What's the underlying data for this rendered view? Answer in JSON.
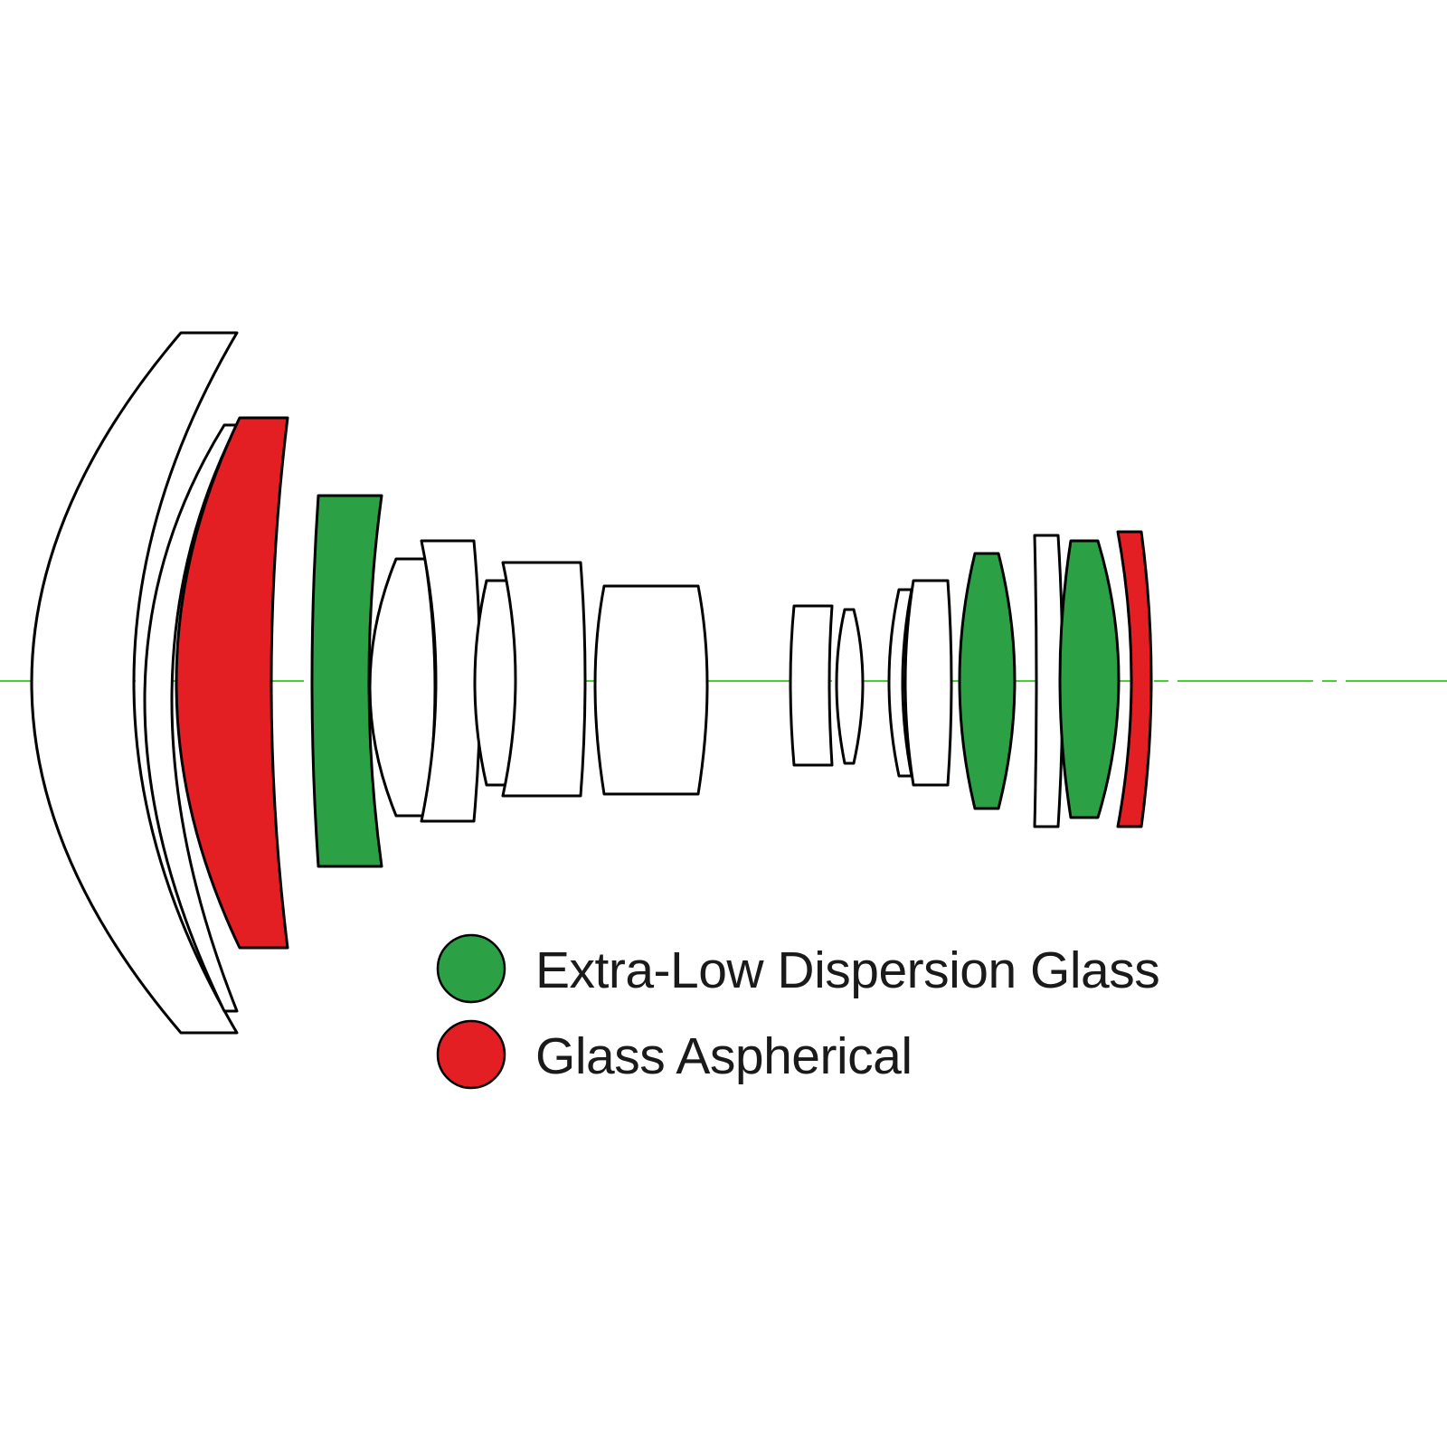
{
  "colors": {
    "element_fill": "#ffffff",
    "outline": "#000000",
    "ed_glass": "#2ca044",
    "glass_aspherical": "#e41f23",
    "optical_axis": "#47cf33",
    "text": "#1a1a1a"
  },
  "legend": {
    "items": [
      {
        "label": "Extra-Low Dispersion Glass",
        "color": "#2ca044"
      },
      {
        "label": "Glass Aspherical",
        "color": "#e41f23"
      }
    ]
  },
  "diagram": {
    "type": "lens-cross-section",
    "elements": [
      {
        "index": 1,
        "type": "standard"
      },
      {
        "index": 2,
        "type": "standard"
      },
      {
        "index": 3,
        "type": "glass-aspherical"
      },
      {
        "index": 4,
        "type": "extra-low-dispersion"
      },
      {
        "index": 5,
        "type": "standard"
      },
      {
        "index": 6,
        "type": "standard"
      },
      {
        "index": 7,
        "type": "standard"
      },
      {
        "index": 8,
        "type": "standard"
      },
      {
        "index": 9,
        "type": "standard"
      },
      {
        "index": 10,
        "type": "standard"
      },
      {
        "index": 11,
        "type": "standard"
      },
      {
        "index": 12,
        "type": "standard"
      },
      {
        "index": 13,
        "type": "standard"
      },
      {
        "index": 14,
        "type": "extra-low-dispersion"
      },
      {
        "index": 15,
        "type": "standard"
      },
      {
        "index": 16,
        "type": "extra-low-dispersion"
      },
      {
        "index": 17,
        "type": "glass-aspherical"
      }
    ]
  }
}
